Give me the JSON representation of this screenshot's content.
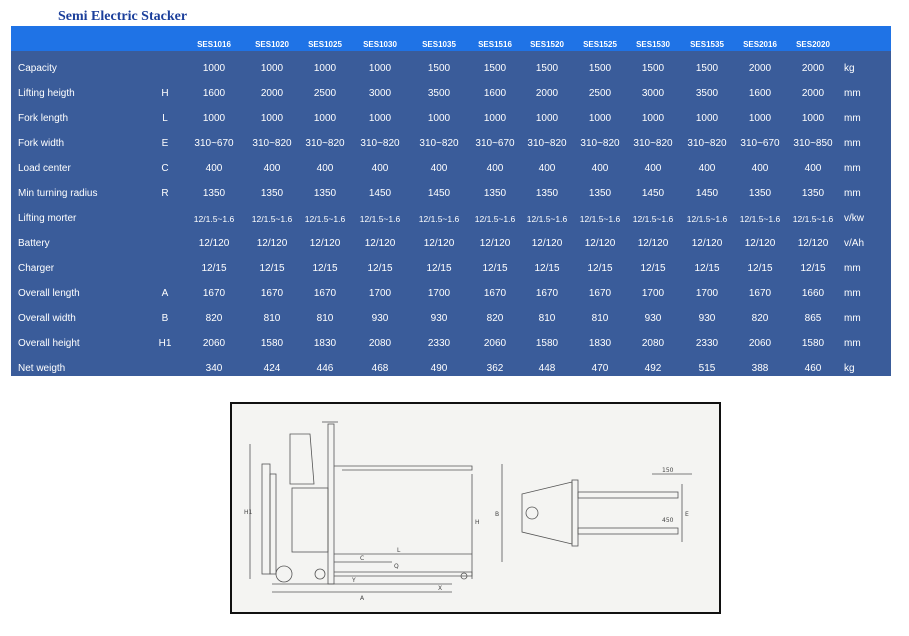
{
  "page": {
    "title": "Semi Electric Stacker"
  },
  "models": [
    "SES1016",
    "SES1020",
    "SES1025",
    "SES1030",
    "SES1035",
    "SES1516",
    "SES1520",
    "SES1525",
    "SES1530",
    "SES1535",
    "SES2016",
    "SES2020"
  ],
  "rows": [
    {
      "label": "Capacity",
      "symbol": "",
      "unit": "kg",
      "values": [
        "1000",
        "1000",
        "1000",
        "1000",
        "1500",
        "1500",
        "1500",
        "1500",
        "1500",
        "1500",
        "2000",
        "2000"
      ]
    },
    {
      "label": "Lifting heigth",
      "symbol": "H",
      "unit": "mm",
      "values": [
        "1600",
        "2000",
        "2500",
        "3000",
        "3500",
        "1600",
        "2000",
        "2500",
        "3000",
        "3500",
        "1600",
        "2000"
      ]
    },
    {
      "label": "Fork length",
      "symbol": "L",
      "unit": "mm",
      "values": [
        "1000",
        "1000",
        "1000",
        "1000",
        "1000",
        "1000",
        "1000",
        "1000",
        "1000",
        "1000",
        "1000",
        "1000"
      ]
    },
    {
      "label": "Fork width",
      "symbol": "E",
      "unit": "mm",
      "values": [
        "310~670",
        "310~820",
        "310~820",
        "310~820",
        "310~820",
        "310~670",
        "310~820",
        "310~820",
        "310~820",
        "310~820",
        "310~670",
        "310~850"
      ]
    },
    {
      "label": "Load center",
      "symbol": "C",
      "unit": "mm",
      "values": [
        "400",
        "400",
        "400",
        "400",
        "400",
        "400",
        "400",
        "400",
        "400",
        "400",
        "400",
        "400"
      ]
    },
    {
      "label": "Min turning radius",
      "symbol": "R",
      "unit": "mm",
      "values": [
        "1350",
        "1350",
        "1350",
        "1450",
        "1450",
        "1350",
        "1350",
        "1350",
        "1450",
        "1450",
        "1350",
        "1350"
      ]
    },
    {
      "label": "Lifting morter",
      "symbol": "",
      "unit": "v/kw",
      "values": [
        "12/1.5~1.6",
        "12/1.5~1.6",
        "12/1.5~1.6",
        "12/1.5~1.6",
        "12/1.5~1.6",
        "12/1.5~1.6",
        "12/1.5~1.6",
        "12/1.5~1.6",
        "12/1.5~1.6",
        "12/1.5~1.6",
        "12/1.5~1.6",
        "12/1.5~1.6"
      ]
    },
    {
      "label": "Battery",
      "symbol": "",
      "unit": "v/Ah",
      "values": [
        "12/120",
        "12/120",
        "12/120",
        "12/120",
        "12/120",
        "12/120",
        "12/120",
        "12/120",
        "12/120",
        "12/120",
        "12/120",
        "12/120"
      ]
    },
    {
      "label": "Charger",
      "symbol": "",
      "unit": "mm",
      "values": [
        "12/15",
        "12/15",
        "12/15",
        "12/15",
        "12/15",
        "12/15",
        "12/15",
        "12/15",
        "12/15",
        "12/15",
        "12/15",
        "12/15"
      ]
    },
    {
      "label": "Overall length",
      "symbol": "A",
      "unit": "mm",
      "values": [
        "1670",
        "1670",
        "1670",
        "1700",
        "1700",
        "1670",
        "1670",
        "1670",
        "1700",
        "1700",
        "1670",
        "1660"
      ]
    },
    {
      "label": "Overall width",
      "symbol": "B",
      "unit": "mm",
      "values": [
        "820",
        "810",
        "810",
        "930",
        "930",
        "820",
        "810",
        "810",
        "930",
        "930",
        "820",
        "865"
      ]
    },
    {
      "label": "Overall height",
      "symbol": "H1",
      "unit": "mm",
      "values": [
        "2060",
        "1580",
        "1830",
        "2080",
        "2330",
        "2060",
        "1580",
        "1830",
        "2080",
        "2330",
        "2060",
        "1580"
      ]
    },
    {
      "label": "Net weigth",
      "symbol": "",
      "unit": "kg",
      "values": [
        "340",
        "424",
        "446",
        "468",
        "490",
        "362",
        "448",
        "470",
        "492",
        "515",
        "388",
        "460"
      ]
    }
  ],
  "drawing": {
    "labels": {
      "h1": "H1",
      "h": "H",
      "l": "L",
      "c": "C",
      "q": "Q",
      "y": "Y",
      "a": "A",
      "x": "X",
      "e": "E",
      "b": "B",
      "w1": "450",
      "w2": "150"
    }
  }
}
